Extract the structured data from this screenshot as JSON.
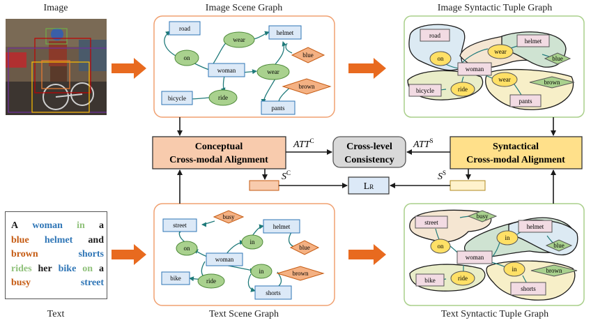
{
  "titles": {
    "image": "Image",
    "image_scene_graph": "Image Scene Graph",
    "image_tuple_graph": "Image Syntactic Tuple Graph",
    "text": "Text",
    "text_scene_graph": "Text Scene Graph",
    "text_tuple_graph": "Text Syntactic Tuple Graph"
  },
  "text_sample": [
    [
      {
        "w": "A",
        "c": "black"
      },
      {
        "w": "woman",
        "c": "blue"
      },
      {
        "w": "in",
        "c": "green"
      },
      {
        "w": "a",
        "c": "black"
      }
    ],
    [
      {
        "w": "blue",
        "c": "brown"
      },
      {
        "w": "helmet",
        "c": "blue"
      },
      {
        "w": "and",
        "c": "black"
      }
    ],
    [
      {
        "w": "brown",
        "c": "brown"
      },
      {
        "w": "shorts",
        "c": "blue"
      }
    ],
    [
      {
        "w": "rides",
        "c": "green"
      },
      {
        "w": "her",
        "c": "black"
      },
      {
        "w": "bike",
        "c": "blue"
      },
      {
        "w": "on",
        "c": "green"
      },
      {
        "w": "a",
        "c": "black"
      }
    ],
    [
      {
        "w": "busy",
        "c": "brown"
      },
      {
        "w": "street",
        "c": "blue"
      }
    ]
  ],
  "image_scene_graph": {
    "objects": [
      "road",
      "helmet",
      "woman",
      "bicycle",
      "pants"
    ],
    "relations": [
      "on",
      "wear",
      "wear",
      "ride"
    ],
    "attributes": [
      "blue",
      "brown"
    ]
  },
  "text_scene_graph": {
    "objects": [
      "street",
      "helmet",
      "woman",
      "bike",
      "shorts"
    ],
    "relations": [
      "on",
      "in",
      "in",
      "ride"
    ],
    "attributes": [
      "busy",
      "blue",
      "brown"
    ]
  },
  "image_tuple_graph": {
    "objects": [
      "road",
      "helmet",
      "woman",
      "bicycle",
      "pants"
    ],
    "relations": [
      "on",
      "wear",
      "wear",
      "ride"
    ],
    "attributes": [
      "blue",
      "brown"
    ]
  },
  "text_tuple_graph": {
    "objects": [
      "street",
      "helmet",
      "woman",
      "bike",
      "shorts"
    ],
    "relations": [
      "on",
      "in",
      "in",
      "ride"
    ],
    "attributes": [
      "busy",
      "blue",
      "brown"
    ]
  },
  "modules": {
    "conceptual_line1": "Conceptual",
    "conceptual_line2": "Cross-modal Alignment",
    "syntactical_line1": "Syntactical",
    "syntactical_line2": "Cross-modal Alignment",
    "consistency_line1": "Cross-level",
    "consistency_line2": "Consistency",
    "att_c_base": "ATT",
    "att_c_sup": "C",
    "att_s_base": "ATT",
    "att_s_sup": "S",
    "s_c_base": "S",
    "s_c_sup": "C",
    "s_s_base": "S",
    "s_s_sup": "S",
    "loss_base": "L",
    "loss_sub": "R"
  },
  "colors": {
    "object_fill": "#dce9f7",
    "object_stroke": "#2e75b6",
    "relation_fill": "#a9d18e",
    "relation_stroke": "#4e8a3a",
    "attribute_fill": "#f4b183",
    "attribute_stroke": "#c55a11",
    "edge": "#1f7a7a",
    "orange_arrow": "#e86a1f",
    "scene_panel_border": "#f0a070",
    "tuple_panel_border": "#a9cf8a",
    "conceptual_fill": "#f8cbad",
    "syntactical_fill": "#ffe08a",
    "consistency_fill": "#d9d9d9"
  }
}
